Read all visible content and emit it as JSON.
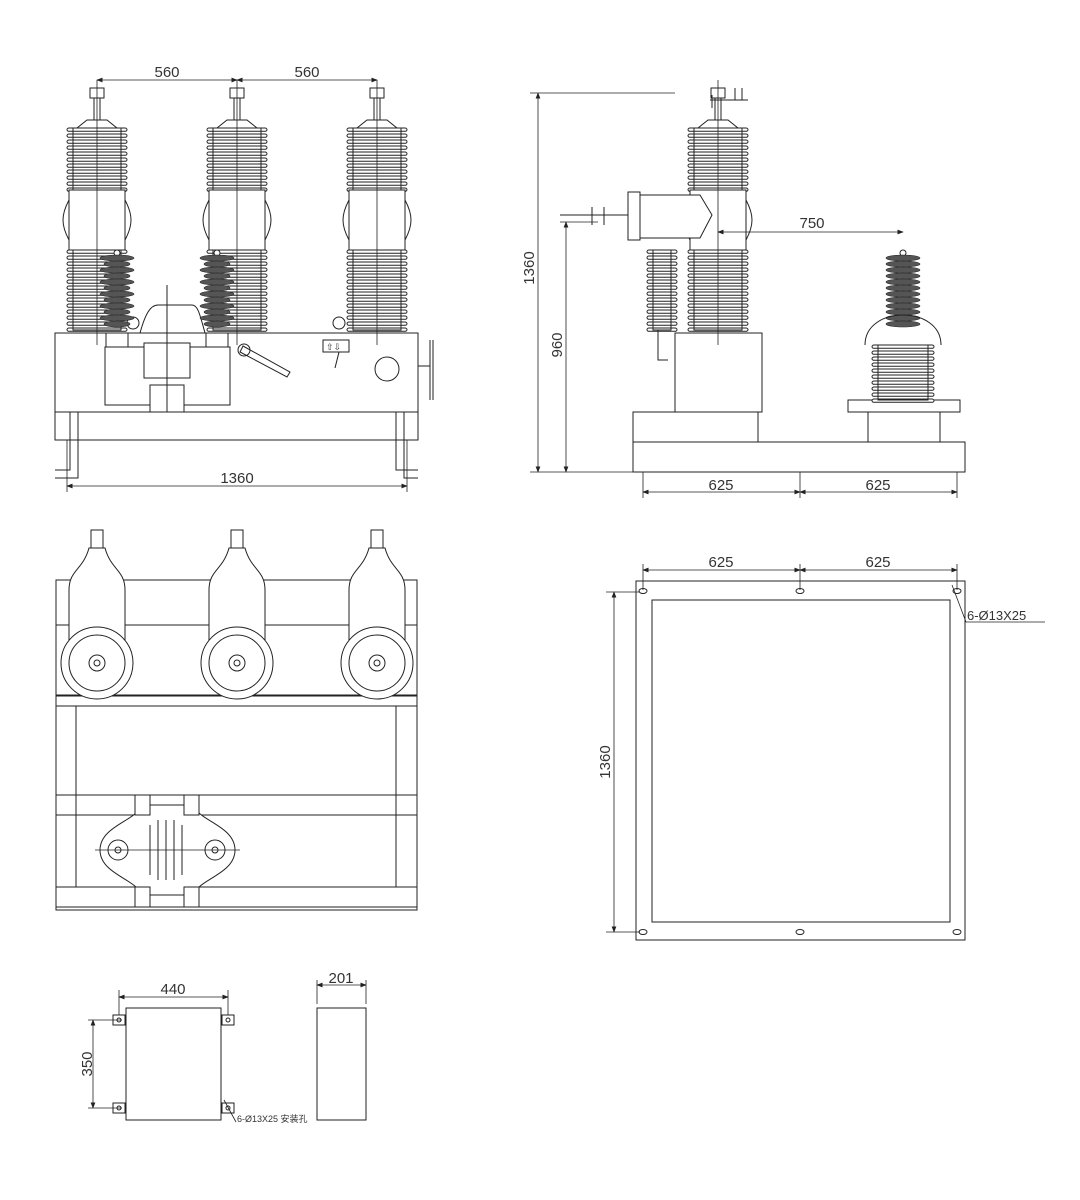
{
  "front_view": {
    "dim_phase_spacing_left": "560",
    "dim_phase_spacing_right": "560",
    "dim_width": "1360"
  },
  "side_view": {
    "dim_total_height": "1360",
    "dim_mid_height": "960",
    "dim_pt_offset": "750",
    "dim_base_left": "625",
    "dim_base_right": "625"
  },
  "top_view": {},
  "plan_view": {
    "dim_left": "625",
    "dim_right": "625",
    "dim_depth": "1360",
    "hole_label": "6-Ø13X25"
  },
  "control_box": {
    "dim_width": "440",
    "dim_height": "350",
    "dim_depth": "201",
    "hole_label": "6-Ø13X25 安装孔"
  },
  "colors": {
    "line": "#222222",
    "arrester_fill": "#555555"
  }
}
